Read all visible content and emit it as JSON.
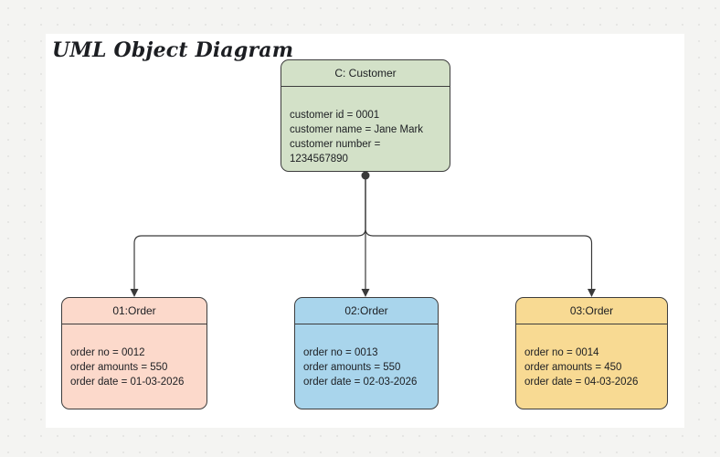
{
  "title": "UML Object Diagram",
  "colors": {
    "page_background": "#f4f4f2",
    "canvas": "#ffffff",
    "connector": "#3a3a3a",
    "border": "#3d3d3d",
    "text": "#1c1e22"
  },
  "nodes": [
    {
      "id": "customer",
      "header": "C: Customer",
      "fill": "#d3e1c8",
      "lines": [
        "customer id = 0001",
        "customer name = Jane Mark",
        "customer number = 1234567890"
      ]
    },
    {
      "id": "order1",
      "header": "01:Order",
      "fill": "#fcd9cb",
      "lines": [
        "order no = 0012",
        "order amounts = 550",
        "order date = 01-03-2026"
      ]
    },
    {
      "id": "order2",
      "header": "02:Order",
      "fill": "#a9d5ec",
      "lines": [
        "order no = 0013",
        "order amounts = 550",
        "order date = 02-03-2026"
      ]
    },
    {
      "id": "order3",
      "header": "03:Order",
      "fill": "#f8da93",
      "lines": [
        "order no = 0014",
        "order amounts = 450",
        "order date = 04-03-2026"
      ]
    }
  ]
}
